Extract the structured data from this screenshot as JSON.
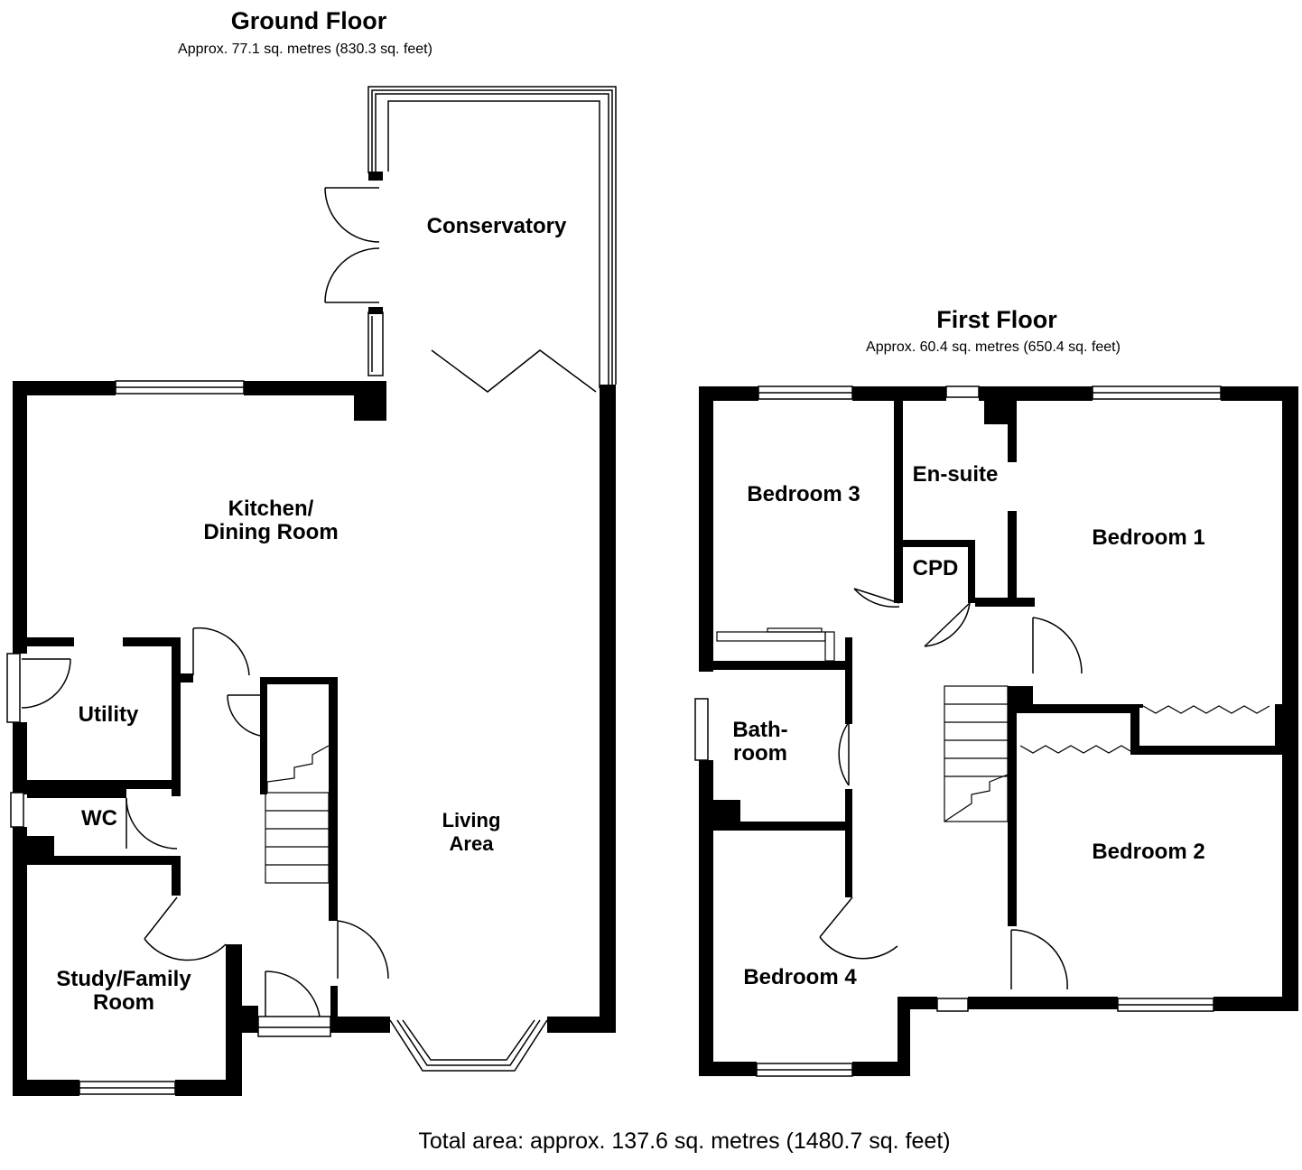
{
  "ground_floor": {
    "title": "Ground Floor",
    "area": "Approx. 77.1 sq. metres (830.3 sq. feet)",
    "rooms": {
      "conservatory": "Conservatory",
      "kitchen_line1": "Kitchen/",
      "kitchen_line2": "Dining Room",
      "utility": "Utility",
      "wc": "WC",
      "living_line1": "Living",
      "living_line2": "Area",
      "study_line1": "Study/Family",
      "study_line2": "Room"
    }
  },
  "first_floor": {
    "title": "First Floor",
    "area": "Approx. 60.4 sq. metres (650.4 sq. feet)",
    "rooms": {
      "bedroom3": "Bedroom 3",
      "ensuite": "En-suite",
      "bedroom1": "Bedroom 1",
      "cpd": "CPD",
      "bathroom_line1": "Bath-",
      "bathroom_line2": "room",
      "bedroom2": "Bedroom 2",
      "bedroom4": "Bedroom 4"
    }
  },
  "total_area": "Total area: approx. 137.6 sq. metres (1480.7 sq. feet)",
  "colors": {
    "wall": "#000000",
    "background": "#ffffff"
  }
}
